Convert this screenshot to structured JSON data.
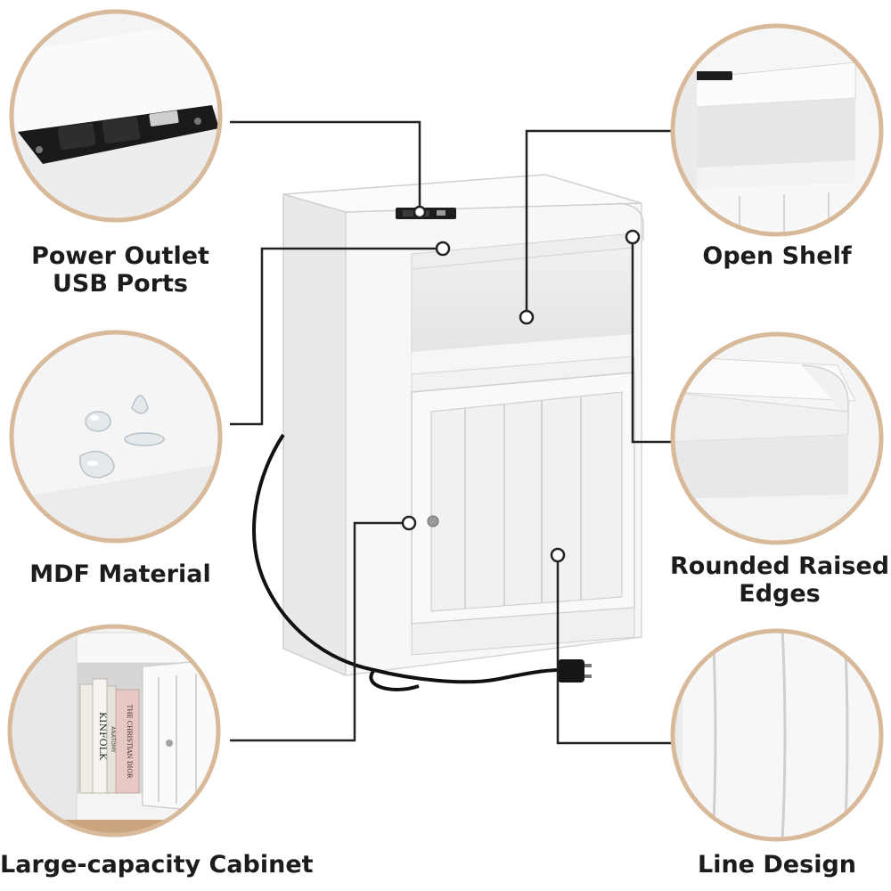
{
  "features": [
    {
      "id": "power",
      "lines": [
        "Power Outlet",
        "USB Ports"
      ]
    },
    {
      "id": "shelf",
      "lines": [
        "Open Shelf"
      ]
    },
    {
      "id": "mdf",
      "lines": [
        "MDF Material"
      ]
    },
    {
      "id": "edges",
      "lines": [
        "Rounded Raised",
        "Edges"
      ]
    },
    {
      "id": "cabinet",
      "lines": [
        "Large-capacity Cabinet"
      ]
    },
    {
      "id": "line",
      "lines": [
        "Line Design"
      ]
    }
  ],
  "books": [
    "KINFOLK",
    "THE CHRISTIAN DIOR",
    "ANATOMY"
  ],
  "colors": {
    "ring": "#d8b99a",
    "cabinet": "#f5f5f5",
    "panel": "#ebebeb",
    "shadow": "#d9d9d9",
    "line": "#222222",
    "outlet": "#1d1d1d"
  }
}
